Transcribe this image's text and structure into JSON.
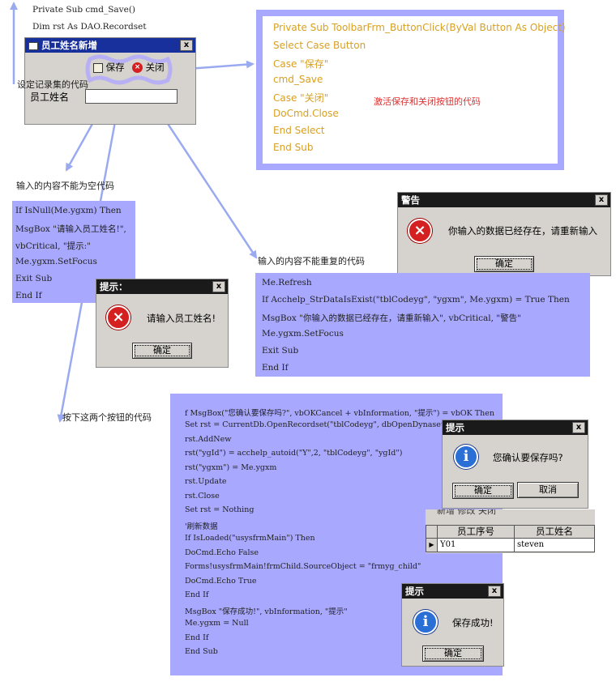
{
  "top_code": [
    "Private Sub cmd_Save()",
    "Dim rst As DAO.Recordset"
  ],
  "form": {
    "title": "员工姓名新增",
    "save_label": "保存",
    "close_label": "关闭",
    "field_label": "员工姓名",
    "field_value": ""
  },
  "annotations": {
    "set_recordset": "设定记录集的代码",
    "not_empty": "输入的内容不能为空代码",
    "not_duplicate": "输入的内容不能重复的代码",
    "buttons_code": "按下这两个按钮的代码",
    "activate_buttons": "激活保存和关闭按钮的代码"
  },
  "toolbar_code": [
    "Private Sub ToolbarFrm_ButtonClick(ByVal Button As Object)",
    "Select Case Button",
    "Case \"保存\"",
    "cmd_Save",
    "Case \"关闭\"",
    "DoCmd.Close",
    "End Select",
    "End Sub"
  ],
  "empty_code": [
    "If IsNull(Me.ygxm) Then",
    "MsgBox \"请输入员工姓名!\",",
    "vbCritical, \"提示:\"",
    "Me.ygxm.SetFocus",
    "Exit Sub",
    "End If"
  ],
  "dup_code": [
    "Me.Refresh",
    "If Acchelp_StrDataIsExist(\"tblCodeyg\", \"ygxm\", Me.ygxm) = True Then",
    "MsgBox \"你输入的数据已经存在，请重新输入\", vbCritical, \"警告\"",
    "Me.ygxm.SetFocus",
    "Exit Sub",
    "End If"
  ],
  "save_code": [
    "f MsgBox(\"您确认要保存吗?\", vbOKCancel + vbInformation, \"提示\") = vbOK Then",
    "Set rst = CurrentDb.OpenRecordset(\"tblCodeyg\", dbOpenDynaset)",
    "rst.AddNew",
    "rst(\"ygId\") = acchelp_autoid(\"Y\",2, \"tblCodeyg\", \"ygId\")",
    "rst(\"ygxm\") = Me.ygxm",
    "rst.Update",
    "rst.Close",
    "Set rst = Nothing",
    "'刷新数据",
    "If IsLoaded(\"usysfrmMain\") Then",
    "DoCmd.Echo False",
    "Forms!usysfrmMain!frmChild.SourceObject = \"frmyg_child\"",
    "DoCmd.Echo True",
    "End If",
    "MsgBox \"保存成功!\", vbInformation, \"提示\"",
    "Me.ygxm = Null",
    "End If",
    "End Sub"
  ],
  "dialogs": {
    "warning": {
      "title": "警告",
      "message": "你输入的数据已经存在，请重新输入",
      "ok": "确定"
    },
    "prompt_empty": {
      "title": "提示：",
      "message": "请输入员工姓名!",
      "ok": "确定"
    },
    "confirm": {
      "title": "提示",
      "message": "您确认要保存吗?",
      "ok": "确定",
      "cancel": "取消"
    },
    "success": {
      "title": "提示",
      "message": "保存成功!",
      "ok": "确定"
    }
  },
  "grid": {
    "caption": "新增 修改 关闭",
    "headers": [
      "员工序号",
      "员工姓名"
    ],
    "rows": [
      [
        "Y01",
        "steven"
      ]
    ]
  },
  "close_glyph": "x",
  "error_glyph": "×",
  "info_glyph": "i",
  "row_marker": "▶"
}
